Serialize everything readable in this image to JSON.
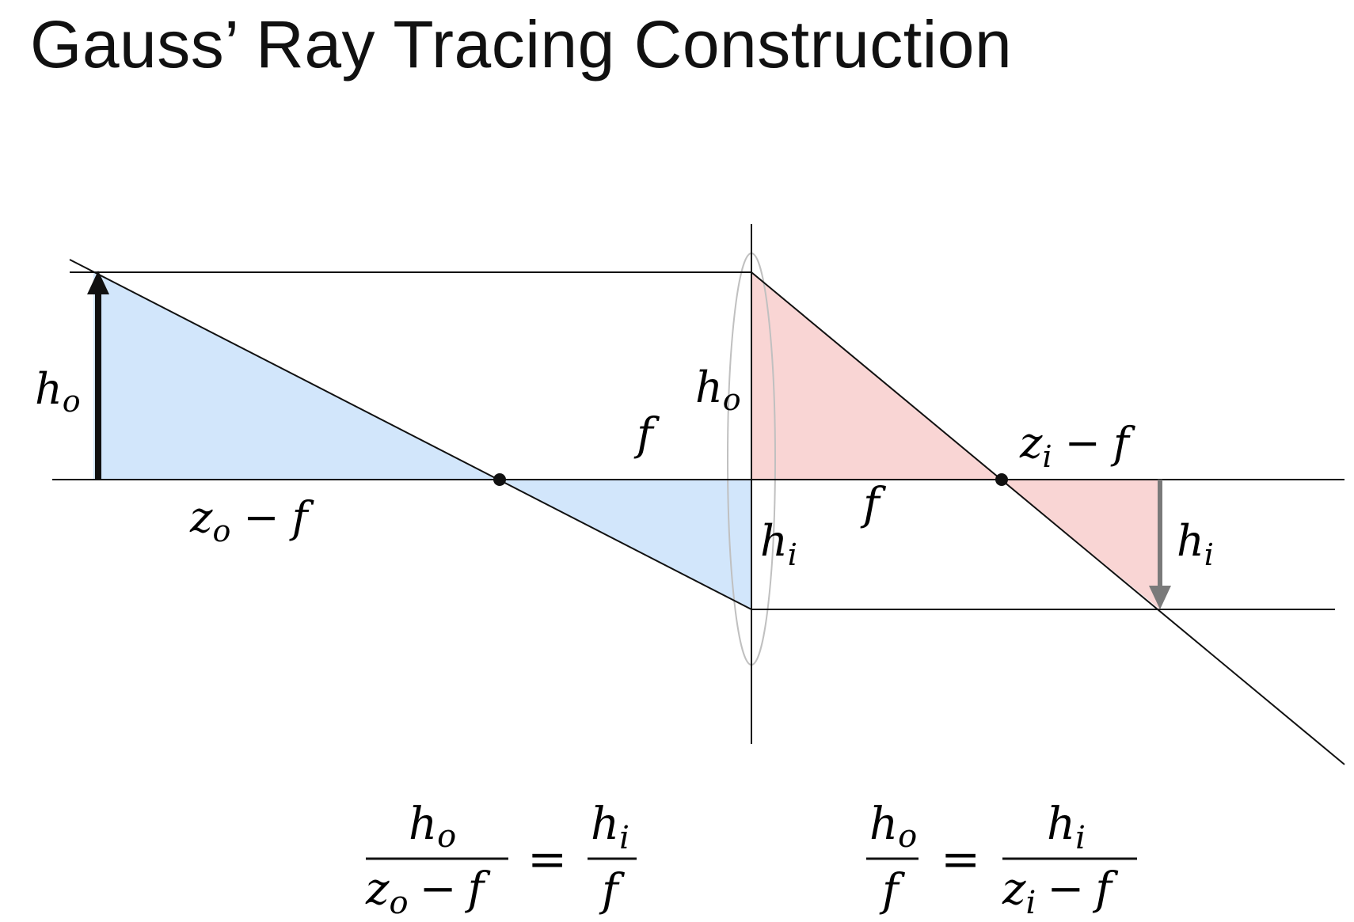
{
  "title": "Gauss’ Ray Tracing Construction",
  "colors": {
    "object_side_fill": "#d2e6fb",
    "image_side_fill": "#f9d5d4",
    "line": "#111111",
    "lens_outline": "#c0c0c0",
    "image_arrow": "#7a7a7a"
  },
  "labels": {
    "h_o_object": {
      "base": "h",
      "sub": "o"
    },
    "h_o_lens": {
      "base": "h",
      "sub": "o"
    },
    "h_i_lens": {
      "base": "h",
      "sub": "i"
    },
    "h_i_image": {
      "base": "h",
      "sub": "i"
    },
    "f_object": "f",
    "f_image": "f",
    "zo_minus_f": {
      "base": "z",
      "sub": "o",
      "op": "−",
      "tail": "f"
    },
    "zi_minus_f": {
      "base": "z",
      "sub": "i",
      "op": "−",
      "tail": "f"
    }
  },
  "equations": [
    {
      "lhs_num": {
        "base": "h",
        "sub": "o"
      },
      "lhs_den": {
        "base": "z",
        "sub": "o",
        "op": "−",
        "tail": "f"
      },
      "equals": "=",
      "rhs_num": {
        "base": "h",
        "sub": "i"
      },
      "rhs_den": "f"
    },
    {
      "lhs_num": {
        "base": "h",
        "sub": "o"
      },
      "lhs_den": "f",
      "equals": "=",
      "rhs_num": {
        "base": "h",
        "sub": "i"
      },
      "rhs_den": {
        "base": "z",
        "sub": "i",
        "op": "−",
        "tail": "f"
      }
    }
  ]
}
